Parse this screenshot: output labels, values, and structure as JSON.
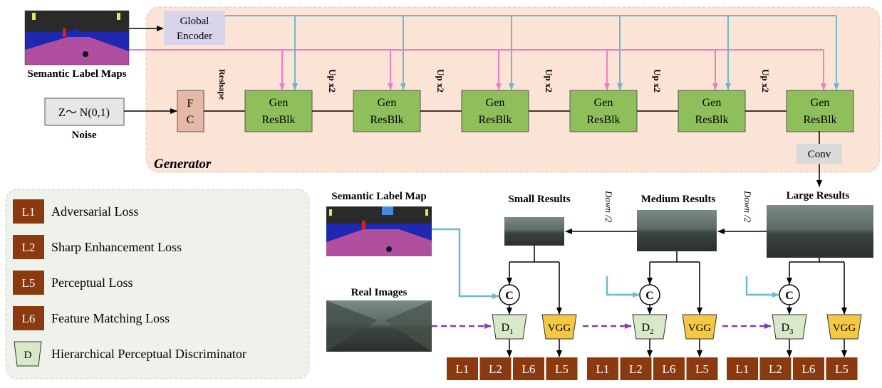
{
  "generator": {
    "label": "Generator",
    "semantic_label_maps": "Semantic Label Maps",
    "global_encoder_line1": "Global",
    "global_encoder_line2": "Encoder",
    "noise_formula": "Z～ N(0,1)",
    "noise_label": "Noise",
    "fc_line1": "F",
    "fc_line2": "C",
    "reshape": "Reshape",
    "resblk_line1": "Gen",
    "resblk_line2": "ResBlk",
    "upsample": "Up x2",
    "conv": "Conv"
  },
  "legend": {
    "items": [
      {
        "badge": "L1",
        "label": "Adversarial Loss"
      },
      {
        "badge": "L2",
        "label": "Sharp Enhancement Loss"
      },
      {
        "badge": "L5",
        "label": "Perceptual Loss"
      },
      {
        "badge": "L6",
        "label": "Feature Matching Loss"
      },
      {
        "badge": "D",
        "label": "Hierarchical Perceptual Discriminator"
      }
    ]
  },
  "discriminator": {
    "semantic_label_map": "Semantic Label Map",
    "real_images": "Real Images",
    "small_results": "Small  Results",
    "medium_results": "Medium Results",
    "large_results": "Large  Results",
    "down": "Down /2",
    "concat": "C",
    "d_letter": "D",
    "d_subs": [
      "1",
      "2",
      "3"
    ],
    "vgg": "VGG",
    "losses": [
      "L1",
      "L2",
      "L6",
      "L5"
    ]
  },
  "colors": {
    "generator_bg": "#fbe3d6",
    "legend_bg": "#eef2ea",
    "resblk_fill": "#8fbf5a",
    "fc_fill": "#e6b8a8",
    "encoder_fill": "#d8d4ec",
    "conv_fill": "#d9d9d9",
    "noise_fill": "#e6e6e6",
    "loss_fill": "#8b3a10",
    "disc_fill": "#d9e8c8",
    "vgg_fill": "#f5c842",
    "pink": "#f07cc8",
    "blue": "#6cb8cc",
    "purple": "#8a3ca8"
  }
}
